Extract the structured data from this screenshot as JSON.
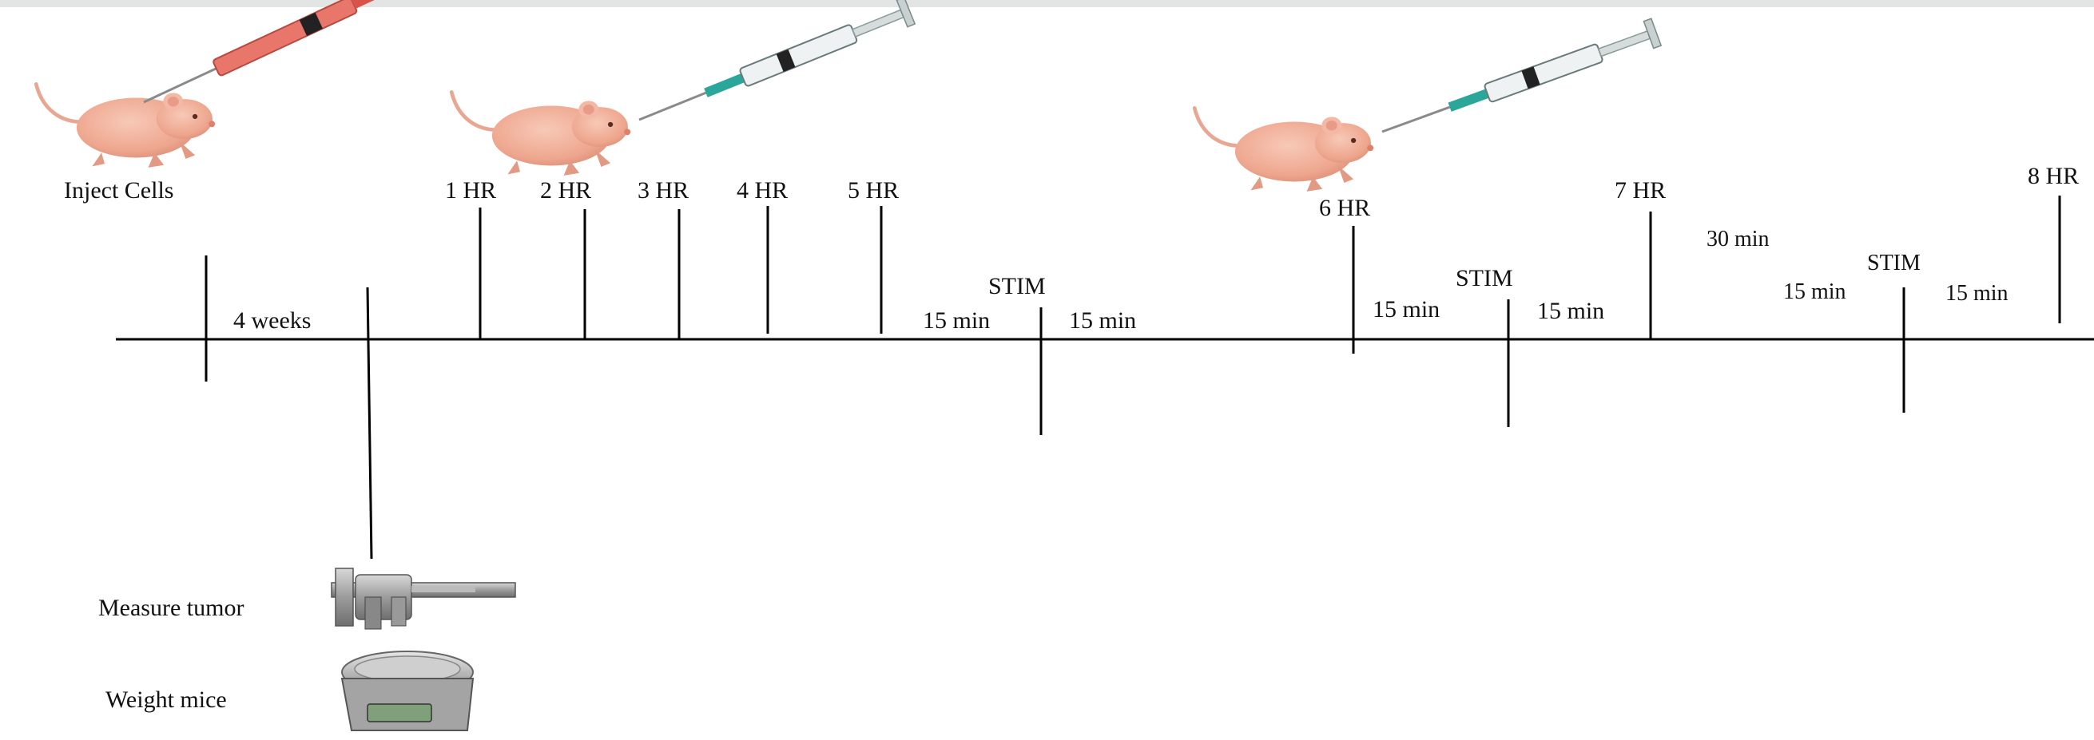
{
  "labels": {
    "inject_cells": "Inject Cells",
    "four_weeks": "4 weeks",
    "measure_tumor": "Measure tumor",
    "weight_mice": "Weight mice",
    "hr1": "1 HR",
    "hr2": "2 HR",
    "hr3": "3 HR",
    "hr4": "4 HR",
    "hr5": "5 HR",
    "hr6": "6 HR",
    "hr7": "7 HR",
    "hr8": "8 HR",
    "stim_1": "STIM",
    "stim_2": "STIM",
    "stim_3": "STIM",
    "min15_a": "15 min",
    "min15_b": "15 min",
    "min15_c": "15 min",
    "min15_d": "15 min",
    "min15_e": "15 min",
    "min15_f": "15 min",
    "min30": "30 min"
  },
  "icons": [
    "mouse-icon",
    "syringe-red-icon",
    "syringe-clear-icon",
    "caliper-icon",
    "scale-icon"
  ],
  "colors": {
    "line": "#000000",
    "mouse_body": "#f2b49f",
    "mouse_shadow": "#d98a73",
    "syringe_red": "#d9534a",
    "needle": "#2aa69a",
    "caliper": "#9a9a9a",
    "scale": "#b8b8b8"
  }
}
